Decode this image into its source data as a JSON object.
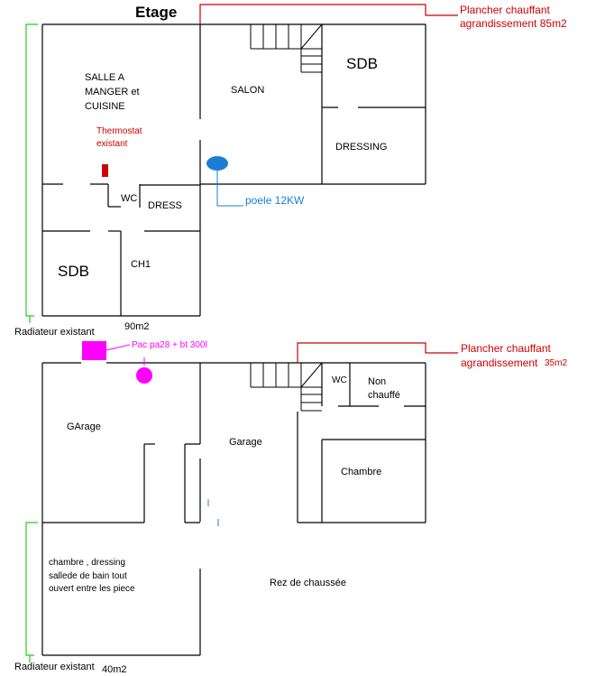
{
  "titles": {
    "upper": "Etage",
    "lower": "Rez de chaussée"
  },
  "upper_rooms": {
    "dining_line1": "SALLE A",
    "dining_line2": "MANGER et",
    "dining_line3": "CUISINE",
    "salon": "SALON",
    "sdb_top": "SDB",
    "dressing": "DRESSING",
    "wc": "WC",
    "dress": "DRESS",
    "sdb_bottom": "SDB",
    "ch1": "CH1",
    "area": "90m2"
  },
  "lower_rooms": {
    "garage_left": "GArage",
    "garage_center": "Garage",
    "wc": "WC",
    "non_heated_line1": "Non",
    "non_heated_line2": "chauffé",
    "chambre": "Chambre",
    "open_area_line1": "chambre , dressing",
    "open_area_line2": "salledе de bain tout",
    "open_area_line3": "ouvert entre les piece",
    "area": "40m2"
  },
  "annotations": {
    "floor_heating_upper_line1": "Plancher chauffant",
    "floor_heating_upper_line2": "agrandissement 85m2",
    "floor_heating_lower_line1": "Plancher chauffant",
    "floor_heating_lower_line2": "agrandissement",
    "floor_heating_lower_area": "35m2",
    "thermostat_line1": "Thermostat",
    "thermostat_line2": "existant",
    "stove": "poele 12KW",
    "heat_pump": "Pac pa28 + bt 300l",
    "radiator_upper": "Radiateur existant",
    "radiator_lower": "Radiateur existant"
  },
  "colors": {
    "floor_heating": "#cc0000",
    "thermostat": "#cc0000",
    "stove": "#1a7fd4",
    "heat_pump": "#ff00ff",
    "radiator": "#22cc22",
    "walls": "#000000"
  },
  "icons": {
    "thermostat": "thermostat-icon",
    "stove": "stove-icon",
    "heat_pump": "heat-pump-icon",
    "boiler": "water-tank-icon"
  }
}
